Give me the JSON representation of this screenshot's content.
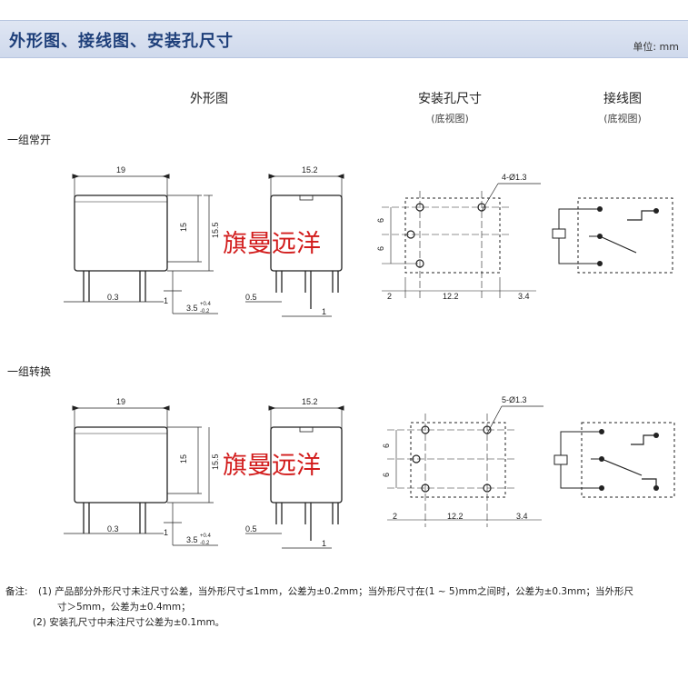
{
  "header": {
    "title": "外形图、接线图、安装孔尺寸",
    "unit": "单位: mm"
  },
  "columns": {
    "outline": "外形图",
    "mounting": "安装孔尺寸",
    "mounting_sub": "(底视图)",
    "wiring": "接线图",
    "wiring_sub": "(底视图)"
  },
  "sections": [
    {
      "label": "一组常开",
      "dims": {
        "width": "19",
        "height": "15.5",
        "body": "15",
        "pin_offset": "0.3",
        "pin_w": "1",
        "pin_len": "3.5",
        "tol_up": "+0.4",
        "tol_dn": "-0.2",
        "depth": "15.2",
        "pin_side": "0.5",
        "pin_side_w": "1",
        "hole": "4-Ø1.3",
        "pitch_a": "6",
        "pitch_b": "6",
        "off_l": "2",
        "span": "12.2",
        "off_r": "3.4"
      }
    },
    {
      "label": "一组转换",
      "dims": {
        "width": "19",
        "height": "15.5",
        "body": "15",
        "pin_offset": "0.3",
        "pin_w": "1",
        "pin_len": "3.5",
        "tol_up": "+0.4",
        "tol_dn": "-0.2",
        "depth": "15.2",
        "pin_side": "0.5",
        "pin_side_w": "1",
        "hole": "5-Ø1.3",
        "pitch_a": "6",
        "pitch_b": "6",
        "off_l": "2",
        "span": "12.2",
        "off_r": "3.4"
      }
    }
  ],
  "watermark": "旗曼远洋",
  "notes": {
    "label": "备注:",
    "n1_num": "(1)",
    "n1_line1": "产品部分外形尺寸未注尺寸公差，当外形尺寸≤1mm，公差为±0.2mm；当外形尺寸在(1 ~ 5)mm之间时，公差为±0.3mm；当外形尺",
    "n1_line2": "寸＞5mm，公差为±0.4mm；",
    "n2_num": "(2)",
    "n2_line": "安装孔尺寸中未注尺寸公差为±0.1mm。"
  }
}
